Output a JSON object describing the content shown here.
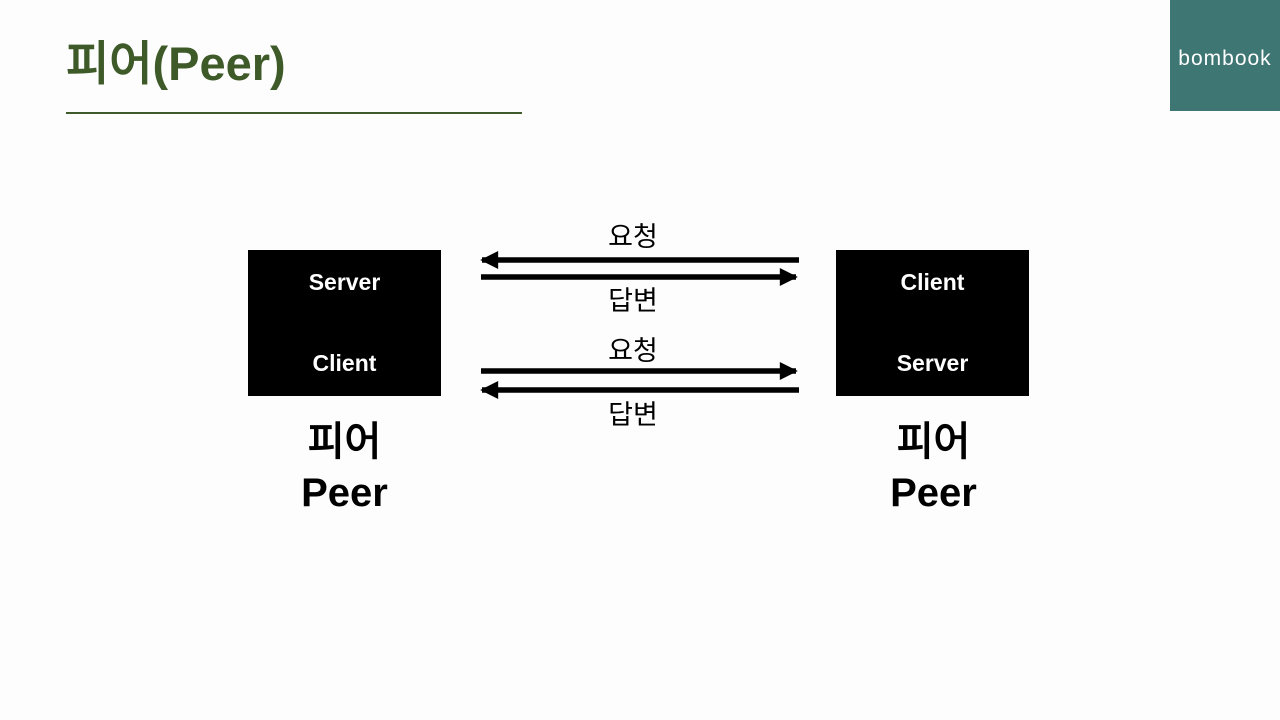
{
  "slide": {
    "title": "피어(Peer)"
  },
  "logo": {
    "text": "bombook",
    "background_color": "#3e7673",
    "text_color": "#ffffff"
  },
  "colors": {
    "title_green": "#3e5a28",
    "box_black": "#000000",
    "box_text_white": "#ffffff",
    "slide_background": "#fdfdfd"
  },
  "diagram": {
    "left_peer": {
      "top_role": "Server",
      "bottom_role": "Client",
      "caption_ko": "피어",
      "caption_en": "Peer"
    },
    "right_peer": {
      "top_role": "Client",
      "bottom_role": "Server",
      "caption_ko": "피어",
      "caption_en": "Peer"
    },
    "exchanges": [
      {
        "request": "요청",
        "response": "답변",
        "request_direction": "left",
        "response_direction": "right"
      },
      {
        "request": "요청",
        "response": "답변",
        "request_direction": "right",
        "response_direction": "left"
      }
    ]
  }
}
